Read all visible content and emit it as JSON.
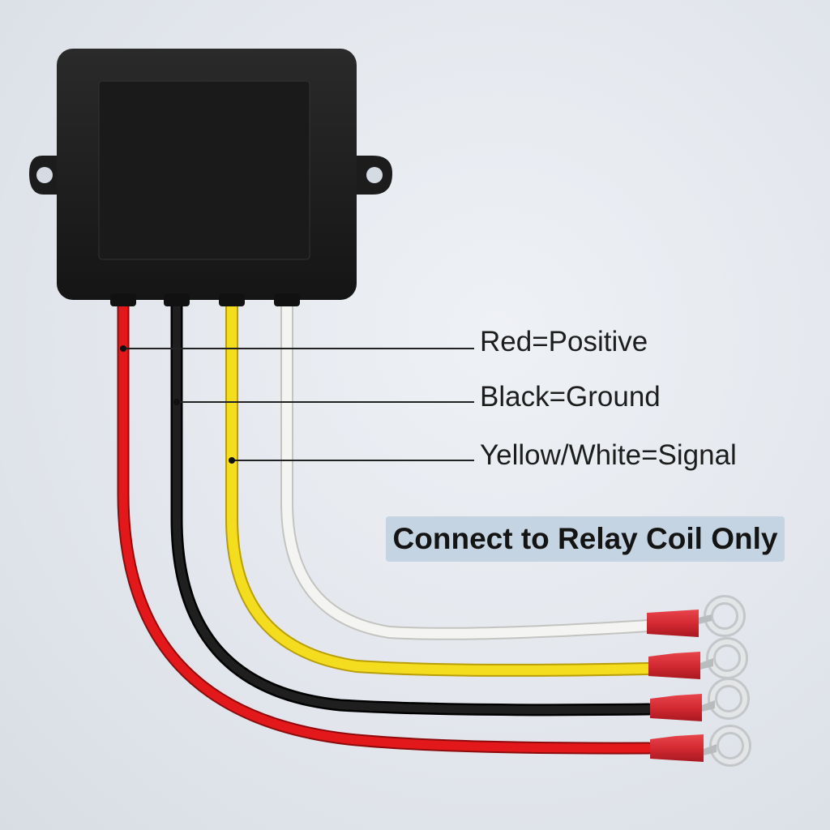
{
  "labels": {
    "red": "Red=Positive",
    "black": "Black=Ground",
    "signal": "Yellow/White=Signal"
  },
  "notice": "Connect to Relay Coil Only",
  "colors": {
    "red_wire": "#e3181b",
    "black_wire": "#161616",
    "yellow_wire": "#f4dc1e",
    "white_wire": "#f4f4f2",
    "terminal": "#d42a32",
    "ring": "#d6d8da",
    "housing": "#1e1e1e",
    "notice_bg": "#c5d4e2"
  },
  "icons": [
    "control-box-icon",
    "ring-terminal-icon"
  ]
}
